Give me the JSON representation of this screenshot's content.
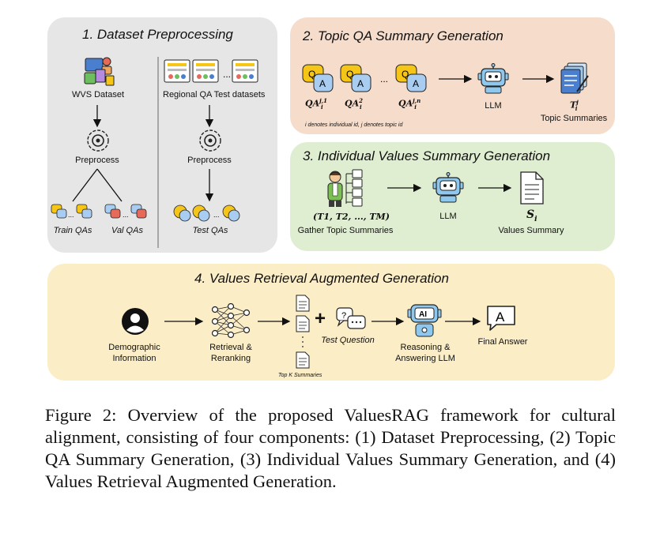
{
  "panels": {
    "p1": {
      "title": "1. Dataset Preprocessing",
      "wvs_label": "WVS Dataset",
      "regional_label": "Regional QA Test datasets",
      "preprocess_left": "Preprocess",
      "preprocess_right": "Preprocess",
      "train_label": "Train QAs",
      "val_label": "Val QAs",
      "test_label": "Test QAs",
      "ellipsis": "..."
    },
    "p2": {
      "title": "2. Topic QA Summary Generation",
      "qa1": "QA",
      "qa1_sup": "j,1",
      "qa2": "QA",
      "qa2_sup": "2",
      "qan": "QA",
      "qan_sup": "j,n",
      "sub_i": "i",
      "ellipsis": "...",
      "llm_label": "LLM",
      "t_math": "T",
      "t_sup": "j",
      "topic_label": "Topic Summaries",
      "note": "i denotes  individual id, j denotes topic id"
    },
    "p3": {
      "title": "3. Individual Values Summary Generation",
      "tuple": "(T",
      "tuple_rest": "1, T2, ..., TM)",
      "gather_label": "Gather Topic Summaries",
      "llm_label": "LLM",
      "s_math": "S",
      "s_sub": "i",
      "values_label": "Values Summary"
    },
    "p4": {
      "title": "4. Values Retrieval Augmented Generation",
      "demo_label_1": "Demographic",
      "demo_label_2": "Information",
      "retrieval_1": "Retrieval &",
      "retrieval_2": "Reranking",
      "topk_label": "Top K Summaries",
      "plus": "+",
      "test_question": "Test Question",
      "reasoning_1": "Reasoning &",
      "reasoning_2": "Answering LLM",
      "final_answer": "Final Answer",
      "ai_text": "AI",
      "answer_letter": "A",
      "q_mark": "?"
    }
  },
  "caption": "Figure 2: Overview of the proposed ValuesRAG framework for cultural alignment, consisting of four components: (1) Dataset Preprocessing, (2) Topic QA Summary Generation, (3) Individual Values Summary Generation, and (4) Values Retrieval Augmented Generation.",
  "colors": {
    "panel1": "#e6e6e6",
    "panel2": "#f6dccb",
    "panel3": "#dfedd0",
    "panel4": "#fbedc6",
    "qa_yellow": "#f5c518",
    "qa_blue": "#a9cdf0",
    "robot_blue": "#8ec8ef"
  }
}
